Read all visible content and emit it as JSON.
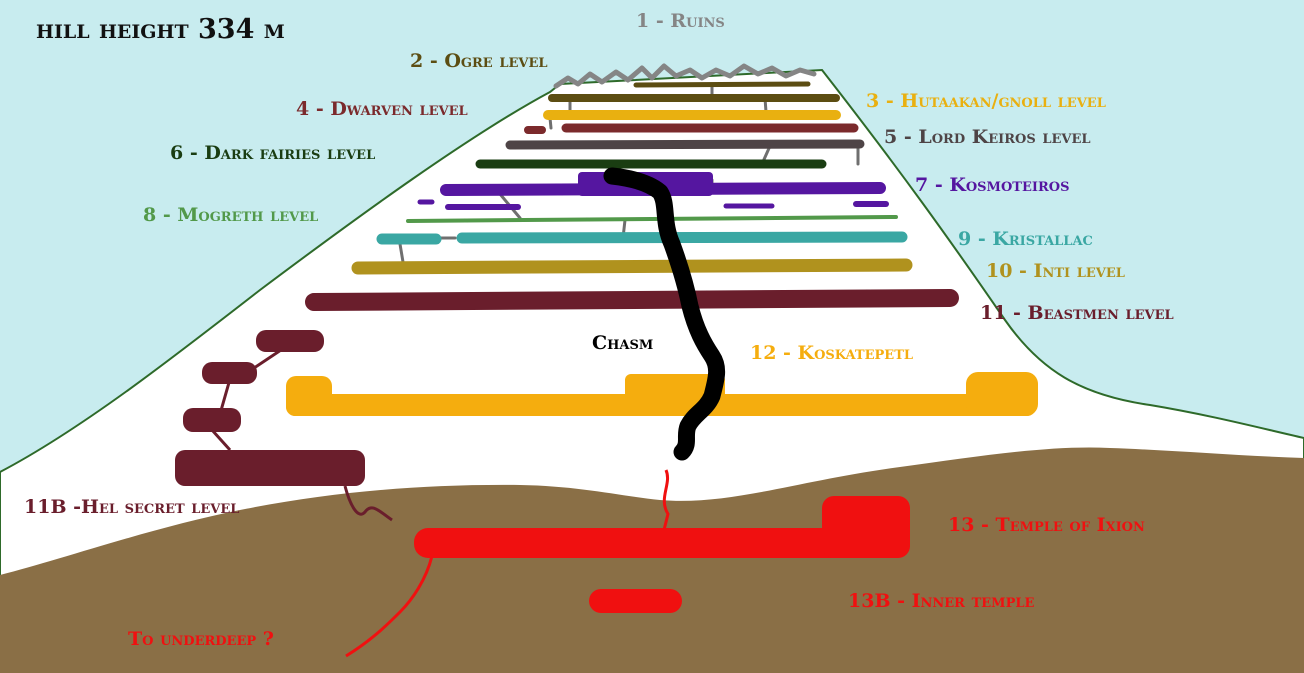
{
  "title": "hill height 334 m",
  "colors": {
    "sky": "#c8ecef",
    "hill": "#ffffff",
    "ground": "#8a6f46",
    "outline": "#2e6a2a"
  },
  "levels": [
    {
      "id": "ruins",
      "label": "1 - Ruins",
      "color": "#858585"
    },
    {
      "id": "ogre",
      "label": "2 - Ogre level",
      "color": "#5c4d12"
    },
    {
      "id": "hutaakan",
      "label": "3 - Hutaakan/gnoll level",
      "color": "#e9b010"
    },
    {
      "id": "dwarven",
      "label": "4 - Dwarven level",
      "color": "#7b2a2c"
    },
    {
      "id": "lord-keiros",
      "label": "5 - Lord Keiros level",
      "color": "#4e4446"
    },
    {
      "id": "dark-fairies",
      "label": "6 - Dark fairies level",
      "color": "#1a3d12"
    },
    {
      "id": "kosmoteiros",
      "label": "7 - Kosmoteiros",
      "color": "#5516a0"
    },
    {
      "id": "mogreth",
      "label": "8 - Mogreth level",
      "color": "#52994a"
    },
    {
      "id": "kristallac",
      "label": "9 - Kristallac",
      "color": "#3aa7a3"
    },
    {
      "id": "inti",
      "label": "10 - Inti level",
      "color": "#b0921e"
    },
    {
      "id": "beastmen",
      "label": "11 - Beastmen level",
      "color": "#6a1e2c"
    },
    {
      "id": "koskatepetl",
      "label": "12 - Koskatepetl",
      "color": "#f5ad0e"
    },
    {
      "id": "hel",
      "label": "11B -Hel secret level",
      "color": "#6a1e2c"
    },
    {
      "id": "ixion",
      "label": "13 - Temple of Ixion",
      "color": "#f01010"
    },
    {
      "id": "inner",
      "label": "13B - Inner temple",
      "color": "#f01010"
    }
  ],
  "annotations": {
    "chasm": {
      "label": "Chasm",
      "color": "#000000"
    },
    "underdeep": {
      "label": "To underdeep ?",
      "color": "#f01010"
    }
  }
}
